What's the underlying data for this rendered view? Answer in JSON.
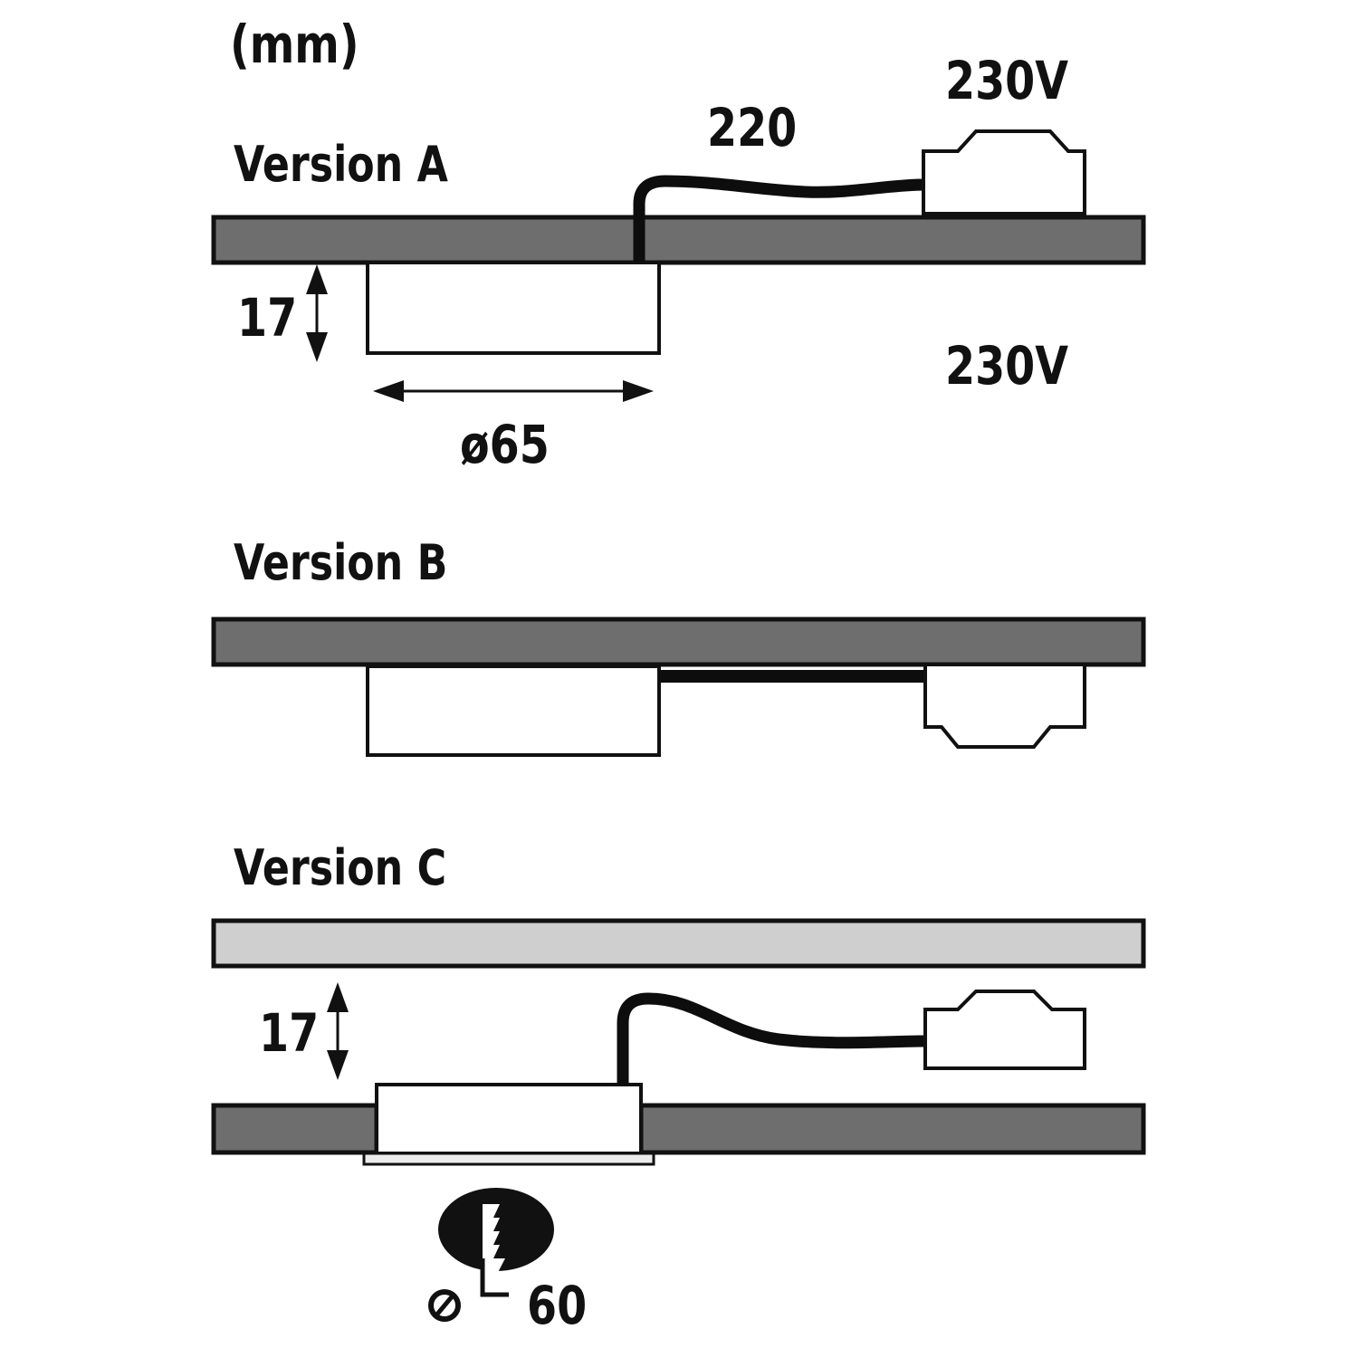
{
  "diagram": {
    "unit_label": "(mm)",
    "colors": {
      "ceiling_dark": "#6e6e6e",
      "ceiling_light": "#cfcfcf",
      "outline": "#111111",
      "cable": "#0d0d0d",
      "fixture_fill": "#ffffff"
    },
    "version_a": {
      "title": "Version A",
      "cable_length": "220",
      "driver_voltage_top": "230V",
      "voltage_below": "230V",
      "height_dim": "17",
      "diameter_dim": "ø65"
    },
    "version_b": {
      "title": "Version B"
    },
    "version_c": {
      "title": "Version C",
      "height_dim": "17",
      "cutout_icon": "drill-hole-icon",
      "cutout_dim_prefix": "ø",
      "cutout_dim_value": "60"
    }
  }
}
